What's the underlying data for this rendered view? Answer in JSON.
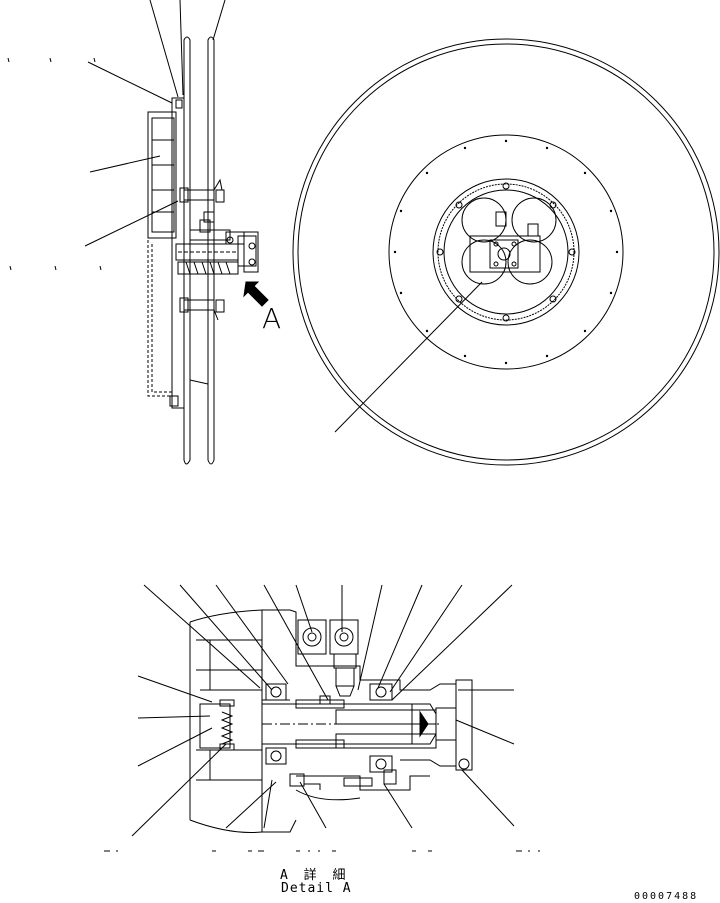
{
  "view_label": "A",
  "detail_caption_jp": "A 詳 細",
  "detail_caption_en": "Detail A",
  "drawing_code": "00007488"
}
